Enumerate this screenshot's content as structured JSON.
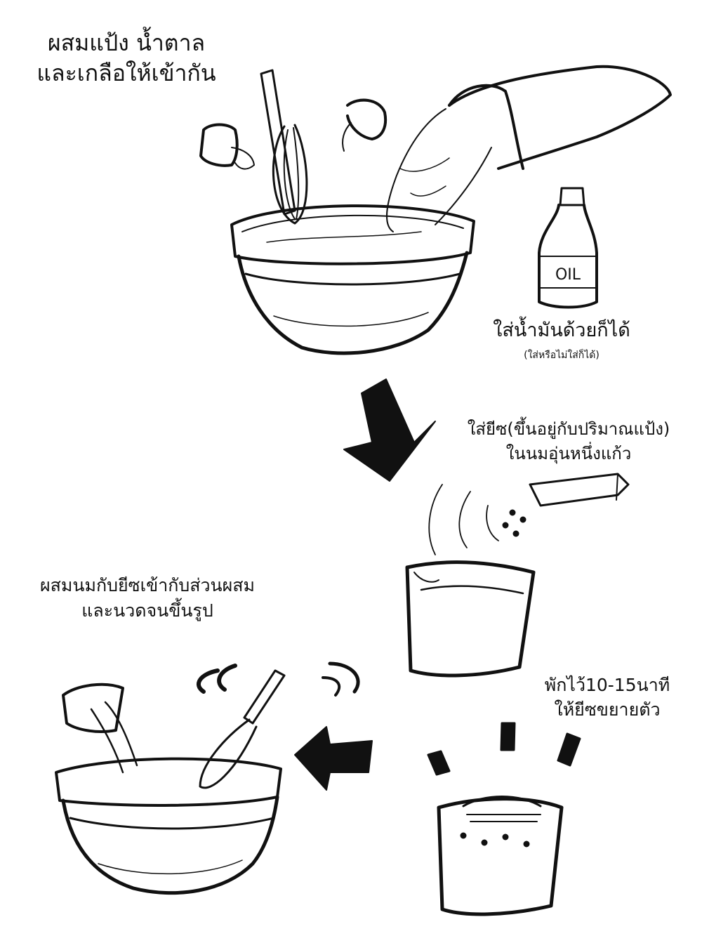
{
  "steps": [
    {
      "id": "mix-dry",
      "lines": [
        "ผสมแป้ง น้ำตาล",
        "และเกลือให้เข้ากัน"
      ]
    },
    {
      "id": "add-oil",
      "lines": [
        "ใส่น้ำมันด้วยก็ได้"
      ],
      "note": "(ใส่หรือไม่ใส่ก็ได้)"
    },
    {
      "id": "add-yeast",
      "lines": [
        "ใส่ยีซ(ขึ้นอยู่กับปริมาณแป้ง)",
        "ในนมอุ่นหนึ่งแก้ว"
      ]
    },
    {
      "id": "combine-knead",
      "lines": [
        "ผสมนมกับยีซเข้ากับส่วนผสม",
        "และนวดจนขึ้นรูป"
      ]
    },
    {
      "id": "rest",
      "lines": [
        "พักไว้10-15นาที",
        "ให้ยีซขยายตัว"
      ]
    }
  ],
  "bottle_label": "OIL",
  "colors": {
    "ink": "#111111",
    "paper": "#ffffff"
  }
}
